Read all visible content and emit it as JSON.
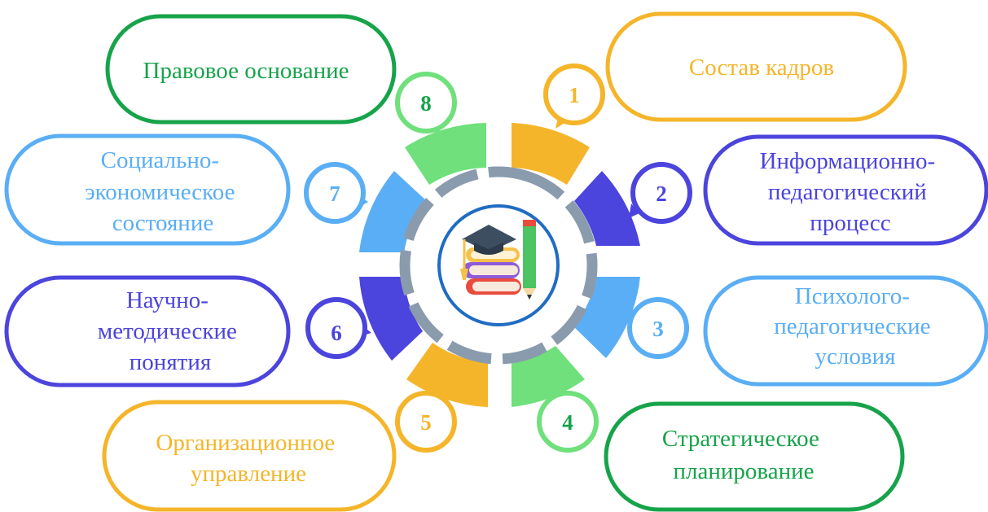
{
  "colors": {
    "green": "#17A34A",
    "light_green": "#6FE07B",
    "orange": "#F5B52A",
    "indigo": "#4B44DD",
    "sky": "#5AAEF5",
    "slate": "#8A9BAE",
    "hub_blue": "#1F6CC3"
  },
  "central_icon": "graduation-books-pencil-icon",
  "items": [
    {
      "number": "1",
      "lines": [
        "Состав кадров"
      ]
    },
    {
      "number": "2",
      "lines": [
        "Информационно-",
        "педагогический",
        "процесс"
      ]
    },
    {
      "number": "3",
      "lines": [
        "Психолого-",
        "педагогические",
        "условия"
      ]
    },
    {
      "number": "4",
      "lines": [
        "Стратегическое",
        "планирование"
      ]
    },
    {
      "number": "5",
      "lines": [
        "Организационное",
        "управление"
      ]
    },
    {
      "number": "6",
      "lines": [
        "Научно-",
        "методические",
        "понятия"
      ]
    },
    {
      "number": "7",
      "lines": [
        "Социально-",
        "экономическое",
        "состояние"
      ]
    },
    {
      "number": "8",
      "lines": [
        "Правовое основание"
      ]
    }
  ]
}
